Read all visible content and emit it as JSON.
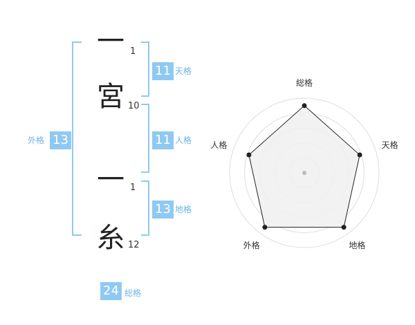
{
  "name": {
    "chars": [
      {
        "char": "一",
        "strokes": "1"
      },
      {
        "char": "宮",
        "strokes": "10"
      },
      {
        "char": "一",
        "strokes": "1"
      },
      {
        "char": "糸",
        "strokes": "12"
      }
    ]
  },
  "grades": {
    "tenkaku": {
      "value": "11",
      "label": "天格"
    },
    "jinkaku": {
      "value": "11",
      "label": "人格"
    },
    "chikaku": {
      "value": "13",
      "label": "地格"
    },
    "gaikaku": {
      "value": "13",
      "label": "外格"
    },
    "soukaku": {
      "value": "24",
      "label": "総格"
    }
  },
  "radar": {
    "axes": [
      "総格",
      "天格",
      "地格",
      "外格",
      "人格"
    ],
    "values": [
      0.9,
      0.78,
      0.9,
      0.9,
      0.78
    ],
    "rings": 5
  },
  "colors": {
    "accent": "#8fc9f2",
    "label": "#6cb6e8"
  }
}
